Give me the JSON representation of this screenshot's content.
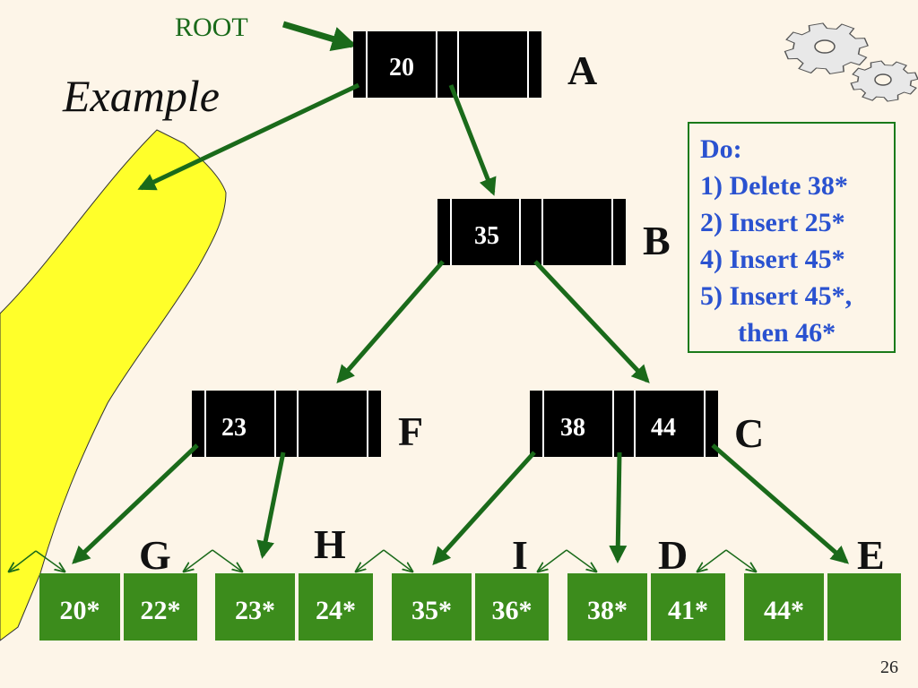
{
  "title": "Example",
  "root_label": "ROOT",
  "page_number": "26",
  "todo": {
    "heading": "Do:",
    "items": [
      "1)  Delete 38*",
      "2)  Insert 25*",
      "4)  Insert 45*",
      "5)  Insert 45*,",
      "then 46*"
    ]
  },
  "nodes": {
    "A": {
      "label": "A",
      "keys": [
        "20"
      ]
    },
    "B": {
      "label": "B",
      "keys": [
        "35"
      ]
    },
    "F": {
      "label": "F",
      "keys": [
        "23"
      ]
    },
    "C": {
      "label": "C",
      "keys": [
        "38",
        "44"
      ]
    }
  },
  "leaves": {
    "G": {
      "label": "G",
      "keys": [
        "20*",
        "22*"
      ]
    },
    "H": {
      "label": "H",
      "keys": [
        "23*",
        "24*"
      ]
    },
    "I": {
      "label": "I",
      "keys": [
        "35*",
        "36*"
      ]
    },
    "D": {
      "label": "D",
      "keys": [
        "38*",
        "41*"
      ]
    },
    "E": {
      "label": "E",
      "keys": [
        "44*",
        ""
      ]
    }
  },
  "colors": {
    "background": "#fdf5e8",
    "node_fill": "#000000",
    "leaf_fill": "#3c8c1c",
    "arrow": "#1a6a1a",
    "highlight": "#ffff2a",
    "todo_text": "#2a52d0"
  }
}
